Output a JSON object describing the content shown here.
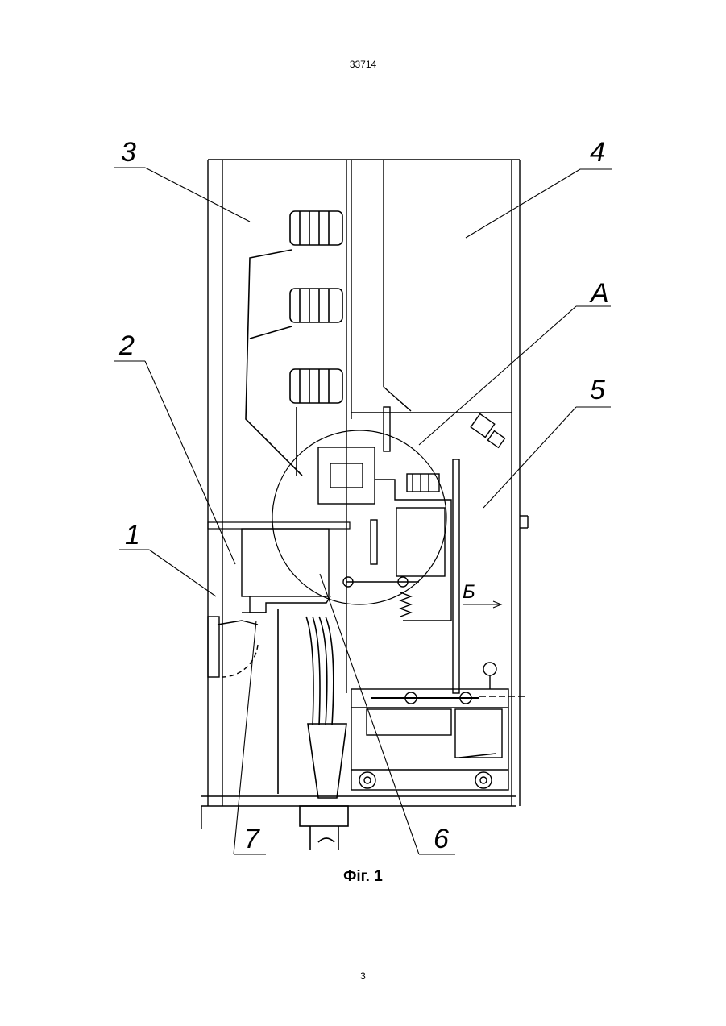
{
  "header": {
    "doc_number": "33714"
  },
  "figure": {
    "caption": "Фіг. 1",
    "labels": {
      "l1": "1",
      "l2": "2",
      "l3": "3",
      "l4": "4",
      "l5": "5",
      "l6": "6",
      "l7": "7",
      "lA": "A",
      "lB": "Б"
    }
  },
  "footer": {
    "page_number": "3"
  }
}
